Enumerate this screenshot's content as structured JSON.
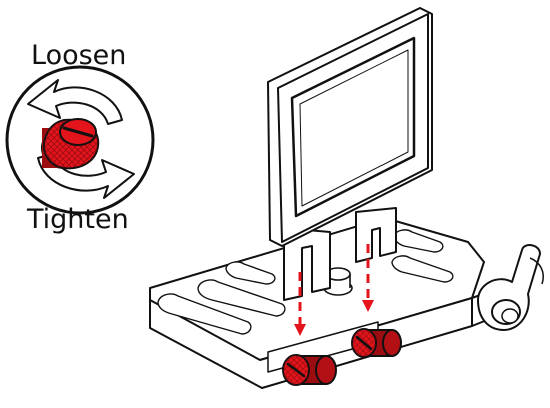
{
  "inset": {
    "label_top": "Loosen",
    "label_bottom": "Tighten"
  },
  "colors": {
    "outline": "#111111",
    "accent": "#e3141b",
    "accent_dark": "#9c0d12",
    "rotation_arrow": "#ffffff"
  },
  "icons": {
    "loosen_arrow": "counterclockwise-arrow",
    "tighten_arrow": "clockwise-arrow",
    "knob": "thumbscrew"
  }
}
